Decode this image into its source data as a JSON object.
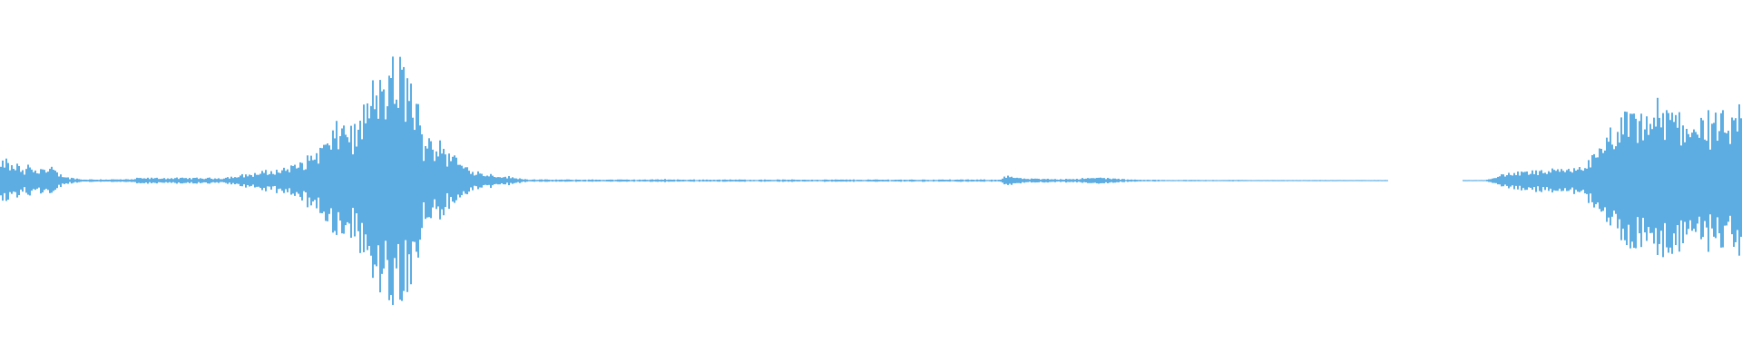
{
  "waveform": {
    "color": "#5dade2",
    "background": "#ffffff",
    "envelope": [
      0.12,
      0.16,
      0.1,
      0.13,
      0.06,
      0.13,
      0.07,
      0.12,
      0.07,
      0.1,
      0.05,
      0.04,
      0.02,
      0.02,
      0.01,
      0.01,
      0.01,
      0.01,
      0.01,
      0.01,
      0.01,
      0.01,
      0.01,
      0.01,
      0.02,
      0.02,
      0.02,
      0.02,
      0.02,
      0.02,
      0.02,
      0.02,
      0.02,
      0.02,
      0.02,
      0.02,
      0.02,
      0.02,
      0.02,
      0.02,
      0.03,
      0.03,
      0.04,
      0.05,
      0.05,
      0.06,
      0.07,
      0.07,
      0.08,
      0.09,
      0.1,
      0.11,
      0.13,
      0.15,
      0.18,
      0.22,
      0.26,
      0.3,
      0.34,
      0.4,
      0.46,
      0.44,
      0.36,
      0.48,
      0.58,
      0.66,
      0.74,
      0.78,
      0.82,
      0.84,
      0.86,
      0.84,
      0.74,
      0.54,
      0.3,
      0.44,
      0.22,
      0.36,
      0.16,
      0.26,
      0.15,
      0.12,
      0.1,
      0.08,
      0.06,
      0.05,
      0.05,
      0.04,
      0.03,
      0.03,
      0.02,
      0.02,
      0.01,
      0.01,
      0.01,
      0.008,
      0.008,
      0.008,
      0.008,
      0.008,
      0.008,
      0.008,
      0.008,
      0.008,
      0.008,
      0.008,
      0.008,
      0.008,
      0.008,
      0.008,
      0.008,
      0.008,
      0.008,
      0.008,
      0.008,
      0.01,
      0.012,
      0.01,
      0.008,
      0.008,
      0.008,
      0.008,
      0.008,
      0.008,
      0.008,
      0.008,
      0.008,
      0.008,
      0.008,
      0.008,
      0.008,
      0.008,
      0.008,
      0.008,
      0.008,
      0.008,
      0.008,
      0.008,
      0.008,
      0.008,
      0.008,
      0.008,
      0.008,
      0.008,
      0.008,
      0.008,
      0.008,
      0.008,
      0.008,
      0.008,
      0.008,
      0.008,
      0.008,
      0.008,
      0.008,
      0.008,
      0.008,
      0.008,
      0.008,
      0.008,
      0.008,
      0.008,
      0.008,
      0.008,
      0.008,
      0.008,
      0.008,
      0.008,
      0.008,
      0.008,
      0.008,
      0.008,
      0.008,
      0.008,
      0.008,
      0.008,
      0.04,
      0.032,
      0.022,
      0.016,
      0.015,
      0.014,
      0.014,
      0.013,
      0.013,
      0.013,
      0.013,
      0.014,
      0.015,
      0.016,
      0.018,
      0.02,
      0.022,
      0.024,
      0.02,
      0.016,
      0.012,
      0.01,
      0.008,
      0.008,
      0.006,
      0.006,
      0.006,
      0.006,
      0.005,
      0.005,
      0.005,
      0.005,
      0.005,
      0.005,
      0.005,
      0.005,
      0.005,
      0.005,
      0.005,
      0.005,
      0.005,
      0.005,
      0.004,
      0.004,
      0.004,
      0.004,
      0.004,
      0.004,
      0.004,
      0.004,
      0.004,
      0.004,
      0.004,
      0.004,
      0.004,
      0.004,
      0.004,
      0.004,
      0.004,
      0.004,
      0.004,
      0.004,
      0.004,
      0.004,
      0.004,
      0.004,
      0.004,
      0.0,
      0.0,
      0.0,
      0.0,
      0.0,
      0.0,
      0.0,
      0.0,
      0.0,
      0.0,
      0.0,
      0.0,
      0.0,
      0.0,
      0.004,
      0.004,
      0.0,
      0.006,
      0.02,
      0.03,
      0.044,
      0.06,
      0.055,
      0.065,
      0.07,
      0.068,
      0.075,
      0.072,
      0.078,
      0.08,
      0.076,
      0.085,
      0.09,
      0.1,
      0.12,
      0.15,
      0.18,
      0.22,
      0.28,
      0.36,
      0.42,
      0.44,
      0.47,
      0.5,
      0.48,
      0.5,
      0.52,
      0.54,
      0.52,
      0.56,
      0.52,
      0.5,
      0.48,
      0.5,
      0.47,
      0.46,
      0.48,
      0.45,
      0.44,
      0.46,
      0.43,
      0.48,
      0.5
    ]
  }
}
